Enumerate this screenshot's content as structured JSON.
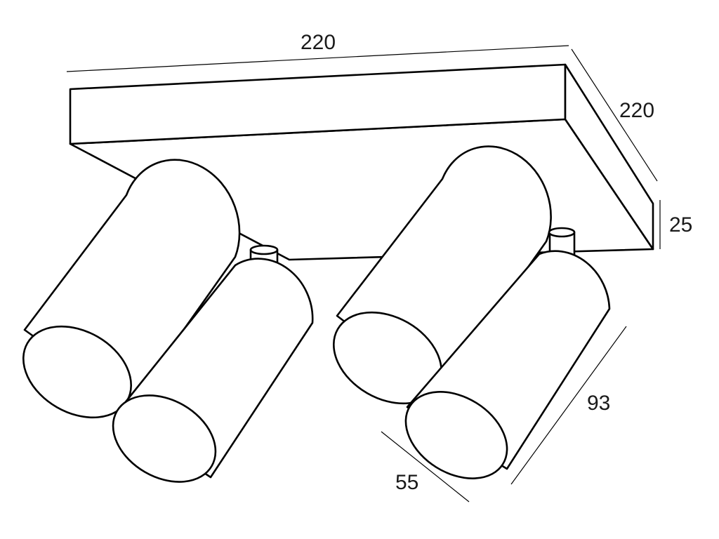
{
  "dimensions": {
    "plate_width": "220",
    "plate_depth": "220",
    "plate_height": "25",
    "spot_length": "93",
    "spot_diameter": "55"
  },
  "colors": {
    "stroke": "#000000",
    "background": "#ffffff",
    "text": "#1a1a1a"
  }
}
